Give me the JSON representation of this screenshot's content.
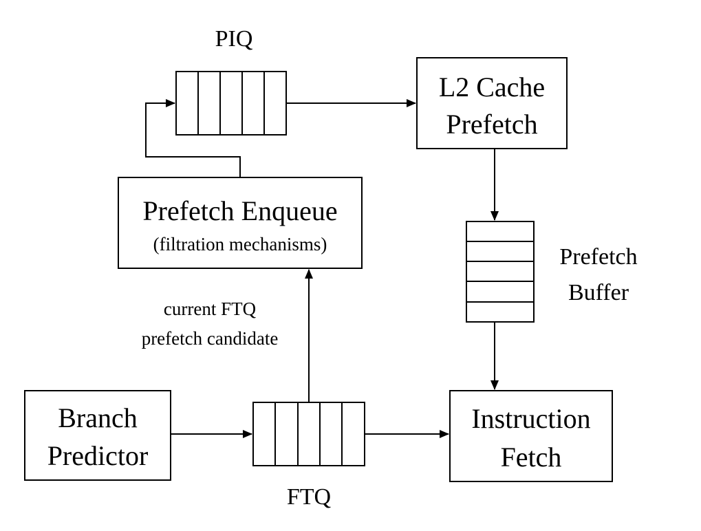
{
  "diagram": {
    "piq": {
      "label": "PIQ"
    },
    "l2_cache": {
      "line1": "L2 Cache",
      "line2": "Prefetch"
    },
    "prefetch_enqueue": {
      "title": "Prefetch Enqueue",
      "subtitle": "(filtration mechanisms)"
    },
    "prefetch_buffer": {
      "line1": "Prefetch",
      "line2": "Buffer"
    },
    "candidate": {
      "line1": "current FTQ",
      "line2": "prefetch candidate"
    },
    "branch_predictor": {
      "line1": "Branch",
      "line2": "Predictor"
    },
    "ftq": {
      "label": "FTQ"
    },
    "instruction_fetch": {
      "line1": "Instruction",
      "line2": "Fetch"
    }
  }
}
